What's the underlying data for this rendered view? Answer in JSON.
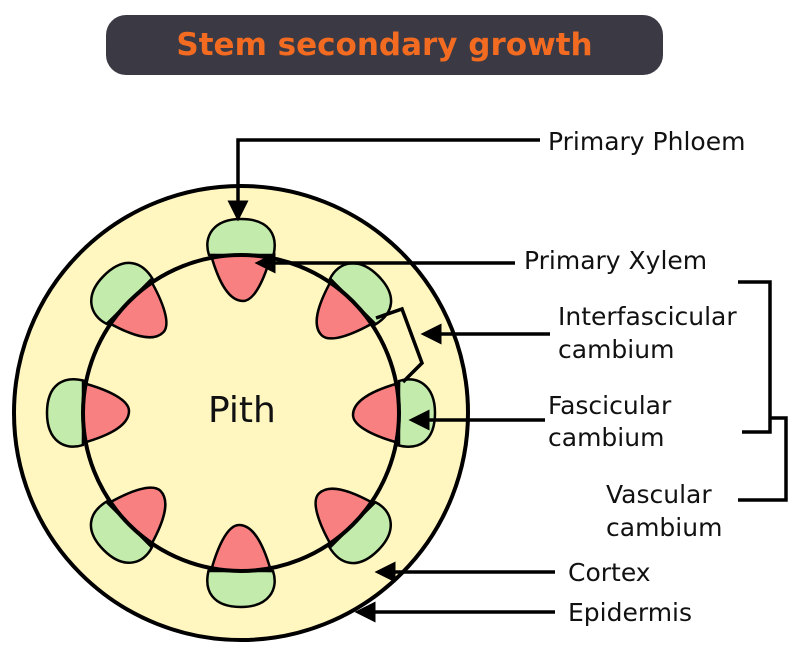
{
  "title": "Stem secondary growth",
  "labels": {
    "pith": "Pith",
    "primary_phloem": "Primary Phloem",
    "primary_xylem": "Primary Xylem",
    "interfascicular_1": "Interfascicular",
    "interfascicular_2": "cambium",
    "fascicular_1": "Fascicular",
    "fascicular_2": "cambium",
    "vascular_1": "Vascular",
    "vascular_2": "cambium",
    "cortex": "Cortex",
    "epidermis": "Epidermis"
  },
  "colors": {
    "title_bg": "#3b3a44",
    "title_text": "#f36b21",
    "cortex": "#fff6c0",
    "phloem": "#c3ebab",
    "xylem": "#f98080"
  }
}
